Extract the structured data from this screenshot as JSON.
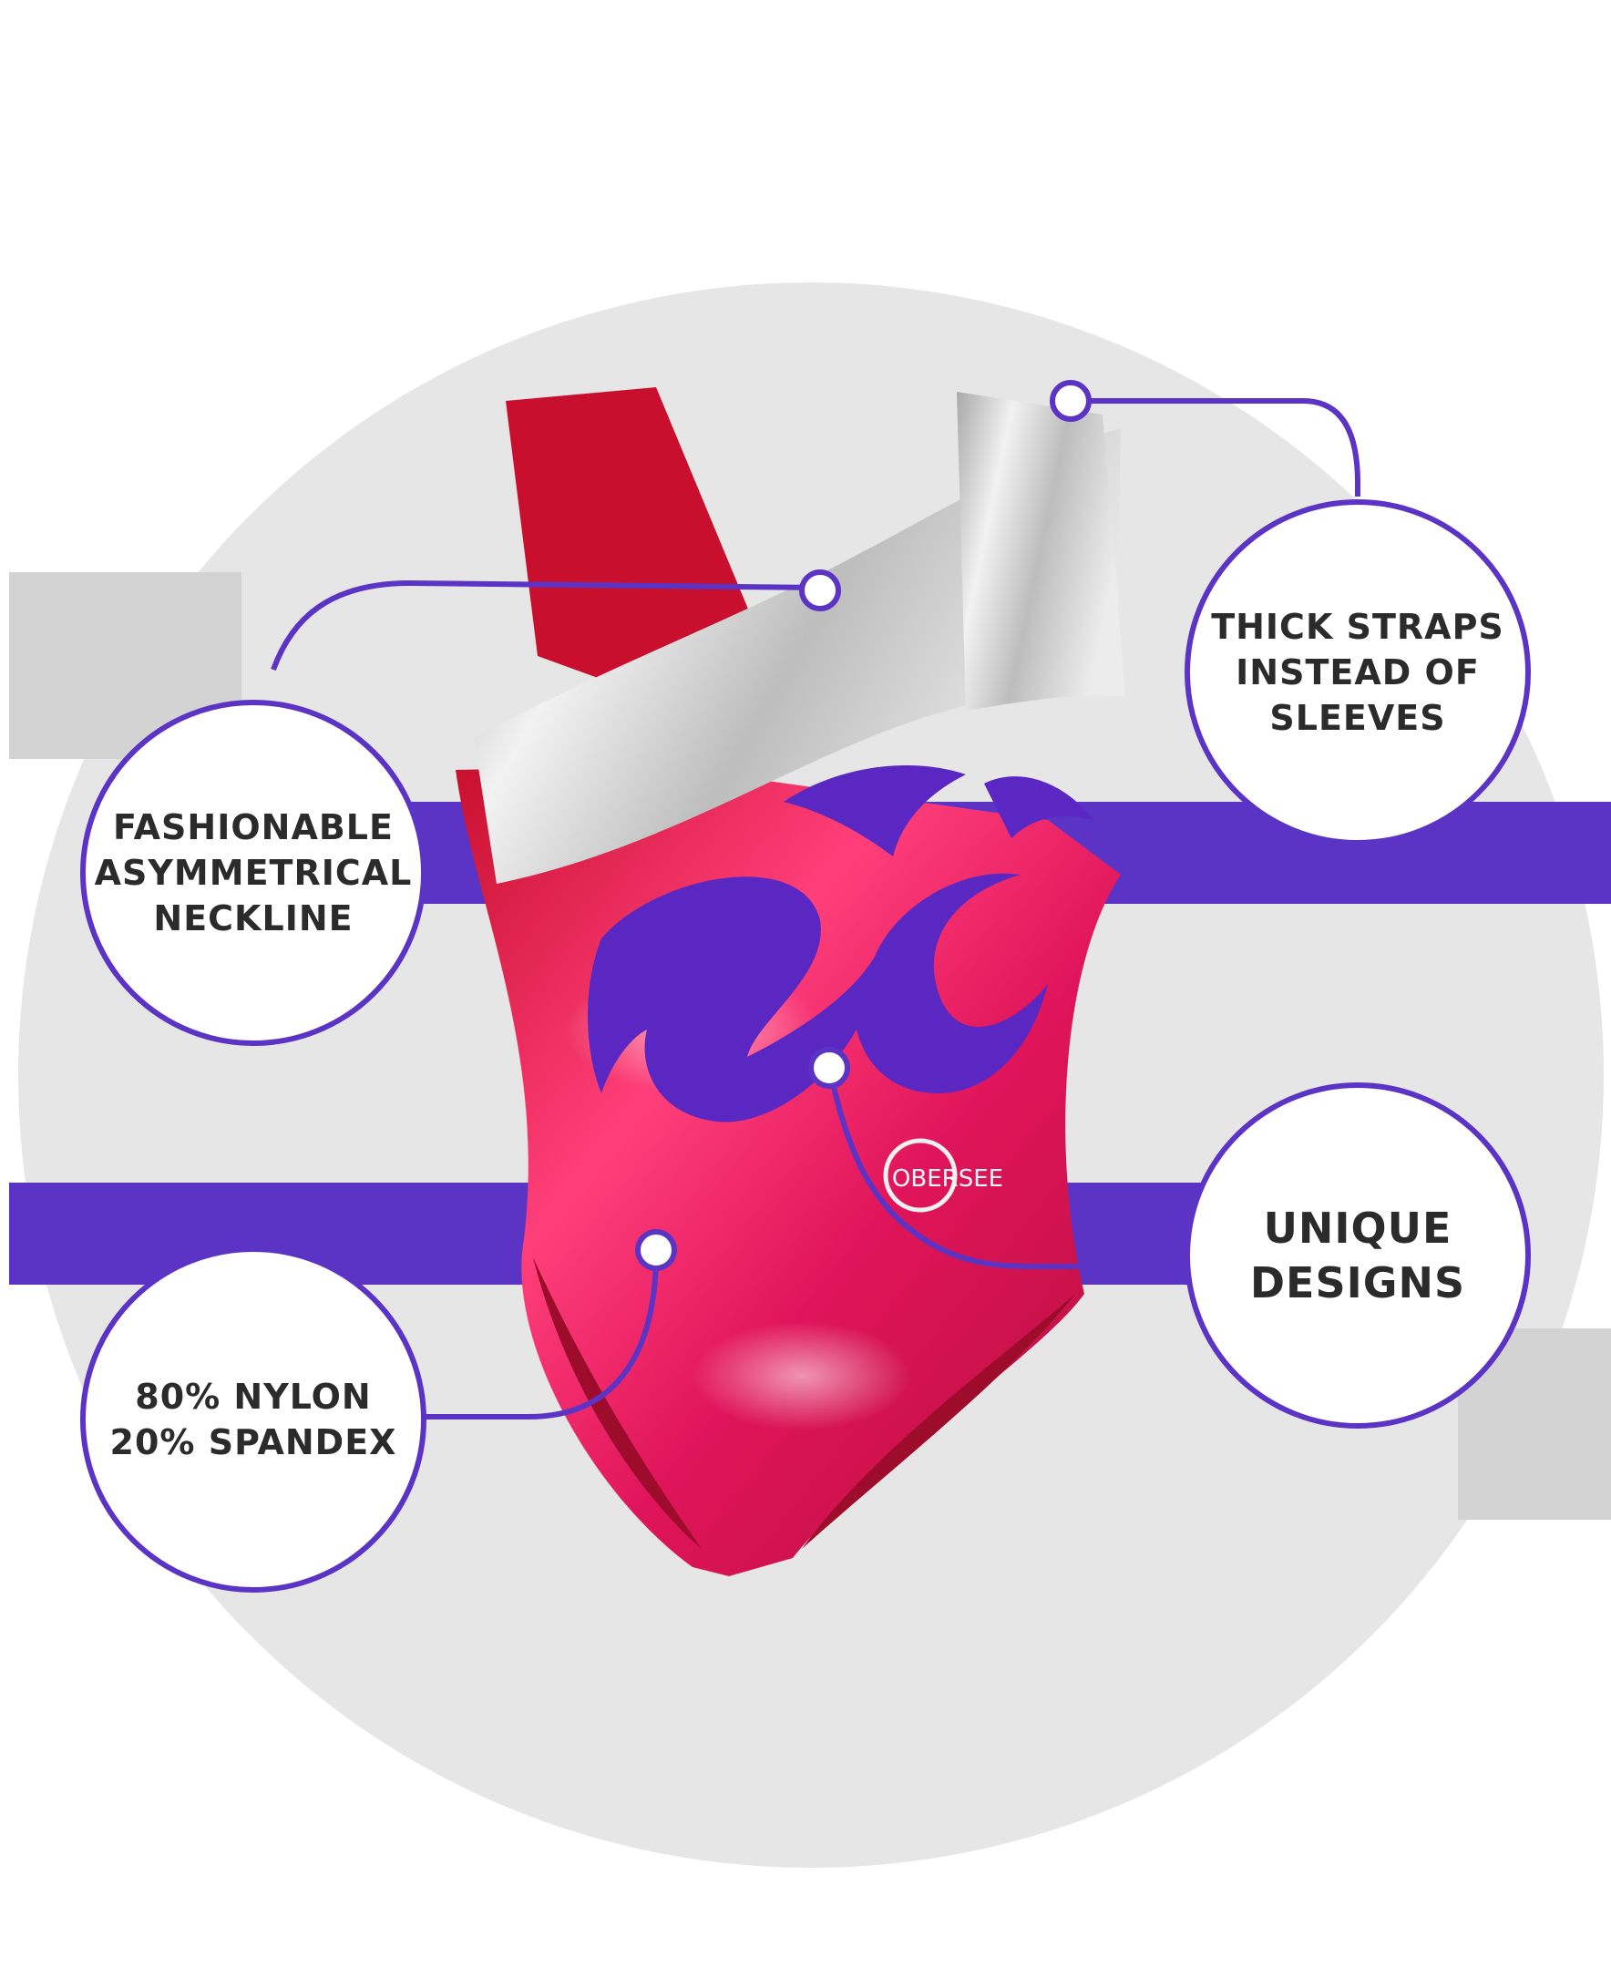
{
  "colors": {
    "accent": "#5b34c6",
    "background_circle": "#e6e6e6",
    "gray_bar": "#d2d3d2",
    "leotard_red": "#e01a55",
    "leotard_silver": "#c9c9c9",
    "motif_purple": "#5a27c2"
  },
  "callouts": {
    "neckline": {
      "lines": [
        "FASHIONABLE",
        "ASYMMETRICAL",
        "NECKLINE"
      ]
    },
    "straps": {
      "lines": [
        "THICK STRAPS",
        "INSTEAD OF",
        "SLEEVES"
      ]
    },
    "designs": {
      "lines": [
        "UNIQUE",
        "DESIGNS"
      ]
    },
    "fabric": {
      "lines": [
        "80% NYLON",
        "20% SPANDEX"
      ]
    }
  },
  "product": {
    "brand_mark": "OBERSEE"
  }
}
